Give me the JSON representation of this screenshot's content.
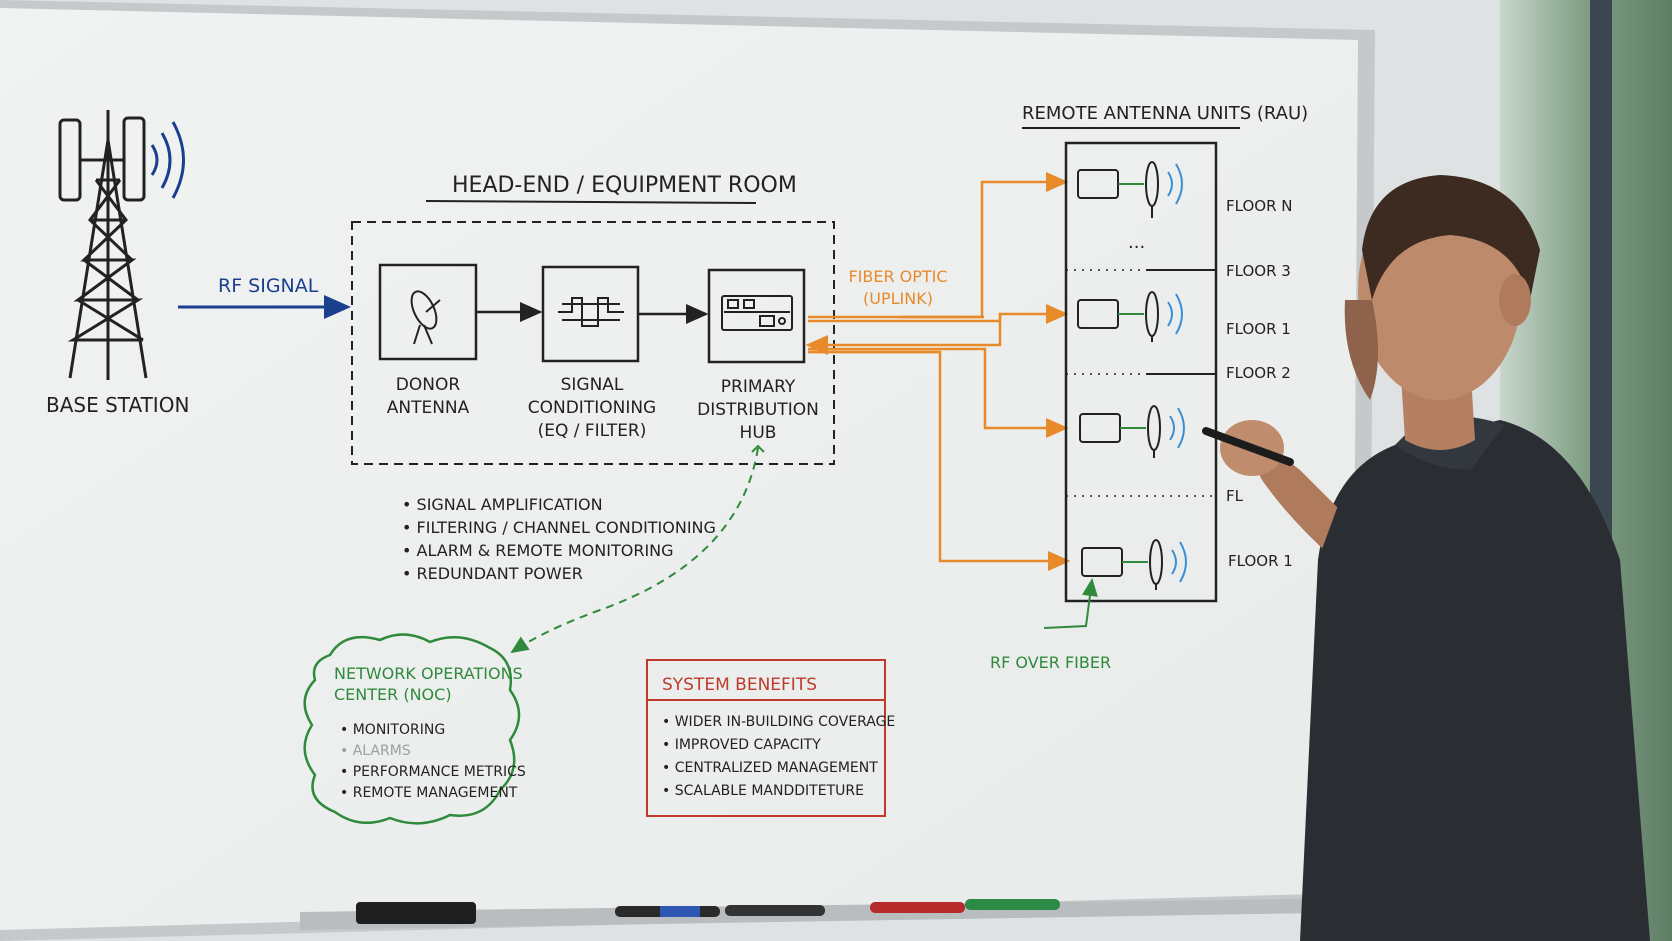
{
  "colors": {
    "ink": "#222222",
    "blue": "#1a3f8f",
    "orange": "#e98a2a",
    "green": "#2f8a3c",
    "red": "#c0392b",
    "board": "#f3f5f4",
    "frame": "#c9cdd0"
  },
  "base_station": {
    "label": "BASE STATION"
  },
  "rf_signal": {
    "label": "RF SIGNAL"
  },
  "head_end": {
    "title": "HEAD-END / EQUIPMENT ROOM",
    "blocks": [
      {
        "lines": [
          "DONOR",
          "ANTENNA"
        ],
        "icon": "dish-icon"
      },
      {
        "lines": [
          "SIGNAL",
          "CONDITIONING",
          "(EQ / FILTER)"
        ],
        "icon": "filter-icon"
      },
      {
        "lines": [
          "PRIMARY",
          "DISTRIBUTION",
          "HUB"
        ],
        "icon": "rack-icon"
      }
    ],
    "bullets": [
      "SIGNAL AMPLIFICATION",
      "FILTERING / CHANNEL CONDITIONING",
      "ALARM & REMOTE MONITORING",
      "REDUNDANT POWER"
    ]
  },
  "fiber": {
    "lines": [
      "FIBER OPTIC",
      "(UPLINK)"
    ]
  },
  "rau": {
    "title": "REMOTE ANTENNA UNITS (RAU)",
    "floors": [
      "FLOOR N",
      "FLOOR 3",
      "FLOOR 1",
      "FLOOR 2",
      "FL",
      "FLOOR 1"
    ],
    "ellipsis": "..."
  },
  "rf_over_fiber": {
    "label": "RF OVER FIBER"
  },
  "noc": {
    "title_lines": [
      "NETWORK OPERATIONS",
      "CENTER (NOC)"
    ],
    "items": [
      "MONITORING",
      "ALARMS",
      "PERFORMANCE METRICS",
      "REMOTE MANAGEMENT"
    ]
  },
  "benefits": {
    "title": "SYSTEM BENEFITS",
    "items": [
      "WIDER IN-BUILDING COVERAGE",
      "IMPROVED CAPACITY",
      "CENTRALIZED MANAGEMENT",
      "SCALABLE MANDDITETURE"
    ]
  }
}
